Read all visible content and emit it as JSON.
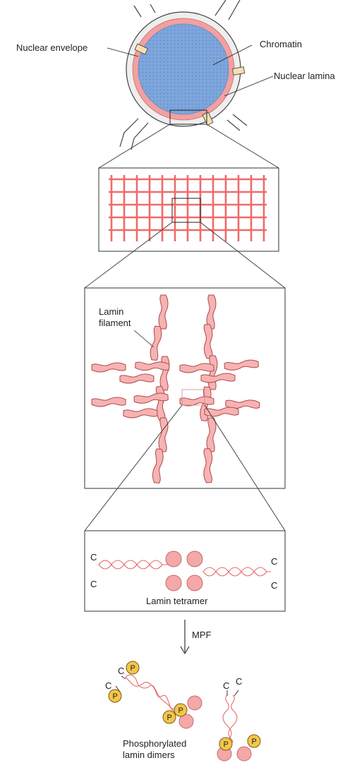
{
  "labels": {
    "nuclear_envelope": "Nuclear envelope",
    "chromatin": "Chromatin",
    "nuclear_lamina": "Nuclear lamina",
    "lamin_filament_line1": "Lamin",
    "lamin_filament_line2": "filament",
    "lamin_tetramer": "Lamin tetramer",
    "mpf": "MPF",
    "phospho_line1": "Phosphorylated",
    "phospho_line2": "lamin dimers",
    "c_terminus": "C",
    "phosphate": "P"
  },
  "colors": {
    "nucleus_fill": "#7ea6dd",
    "lamina": "#f2a0a0",
    "envelope": "#e9e9e9",
    "mesh": "#f06a6a",
    "filament_fill": "#f6b3b3",
    "filament_stroke": "#b04848",
    "globule": "#f4a8a8",
    "phosphate": "#f3c64a",
    "outline": "#333333"
  }
}
